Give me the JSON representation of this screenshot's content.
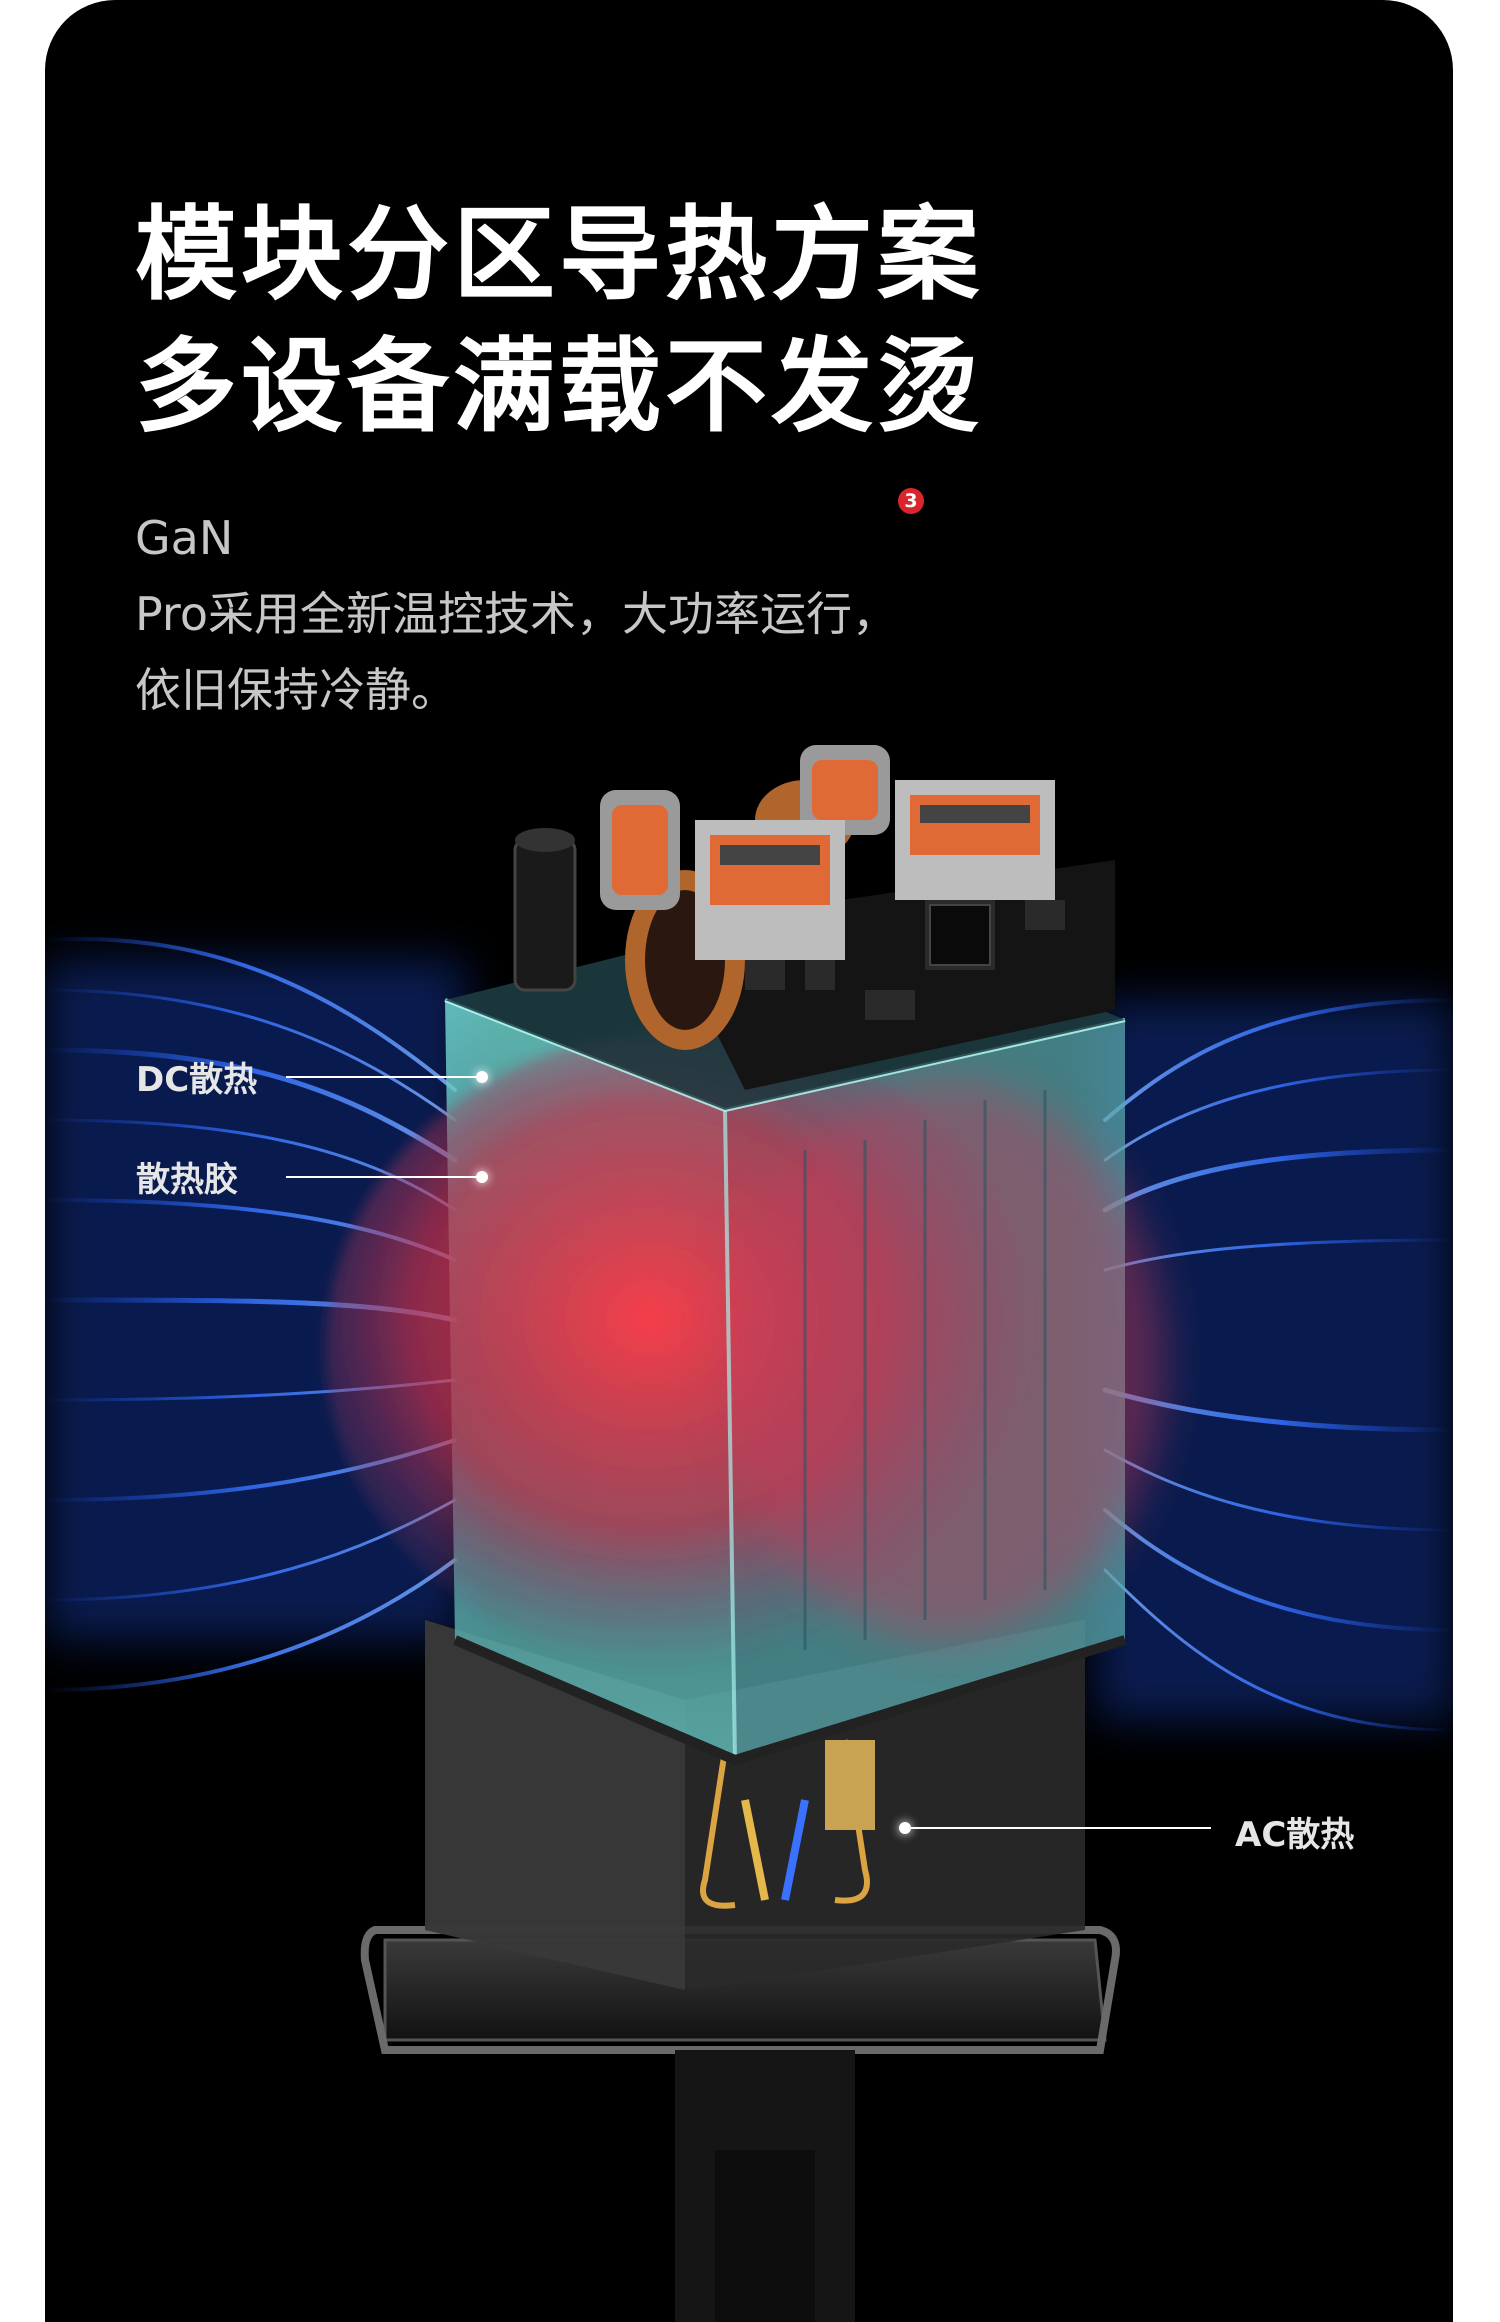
{
  "headline": {
    "line1": "模块分区导热方案",
    "line2": "多设备满载不发烫"
  },
  "description": {
    "brand": "GaN",
    "badge": "3",
    "line1_rest": "Pro采用全新温控技术，大功率运行，",
    "line2": "依旧保持冷静。"
  },
  "callouts": {
    "dc": "DC散热",
    "glue": "散热胶",
    "ac": "AC散热"
  },
  "colors": {
    "background": "#000000",
    "airflow_blue": "#3a7bff",
    "heat_red": "#e0343c",
    "shell_cyan": "#7fe6e0",
    "badge_red": "#d9262c"
  }
}
